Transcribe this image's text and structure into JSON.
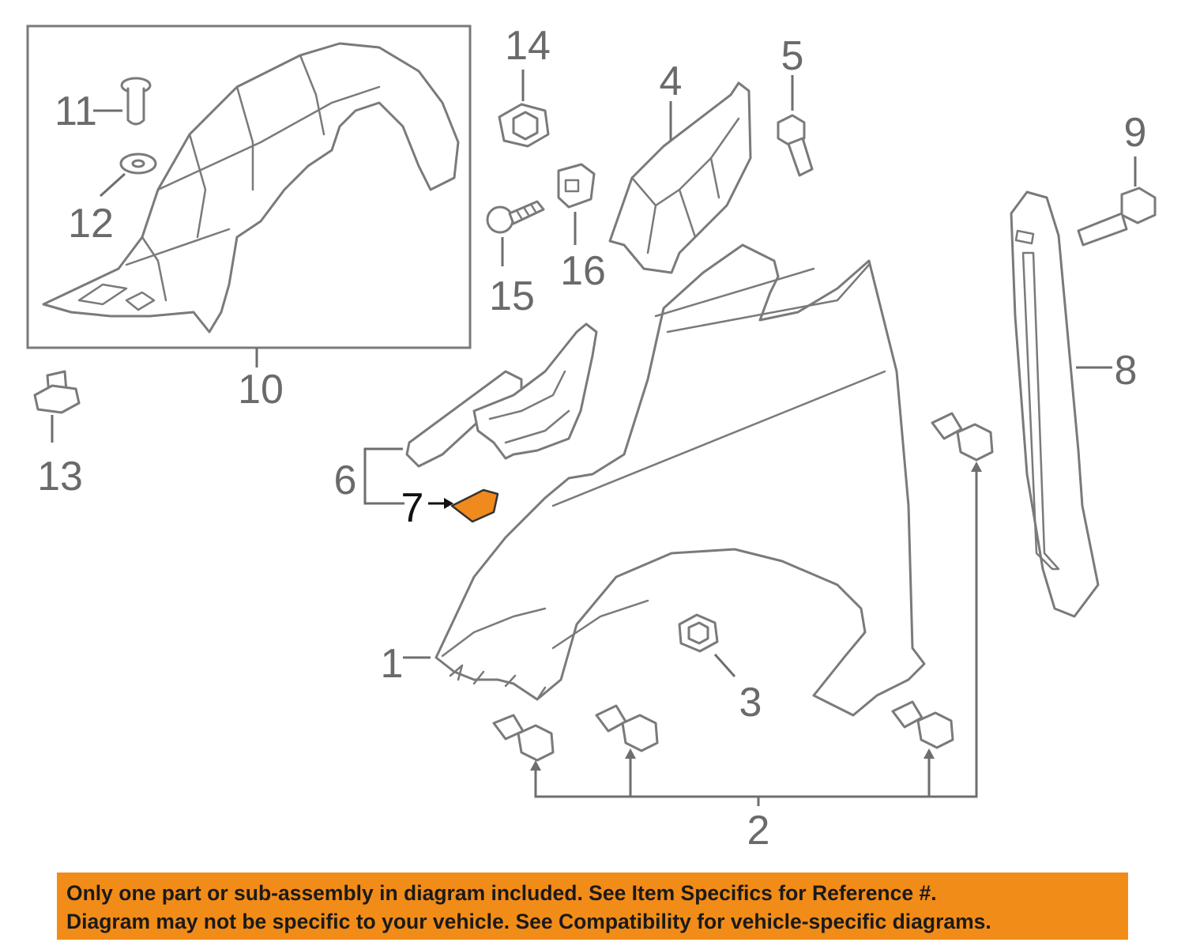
{
  "callouts": {
    "c1": "1",
    "c2": "2",
    "c3": "3",
    "c4": "4",
    "c5": "5",
    "c6": "6",
    "c7": "7",
    "c8": "8",
    "c9": "9",
    "c10": "10",
    "c11": "11",
    "c12": "12",
    "c13": "13",
    "c14": "14",
    "c15": "15",
    "c16": "16"
  },
  "highlighted_part": "7",
  "notice": {
    "line1": "Only one part or sub-assembly in diagram included. See Item Specifics for Reference #.",
    "line2": "Diagram may not be specific to your vehicle. See Compatibility for vehicle-specific diagrams."
  },
  "colors": {
    "highlight": "#f08a1c",
    "notice_background": "#f28c18",
    "line_art": "#7a7a7a"
  }
}
